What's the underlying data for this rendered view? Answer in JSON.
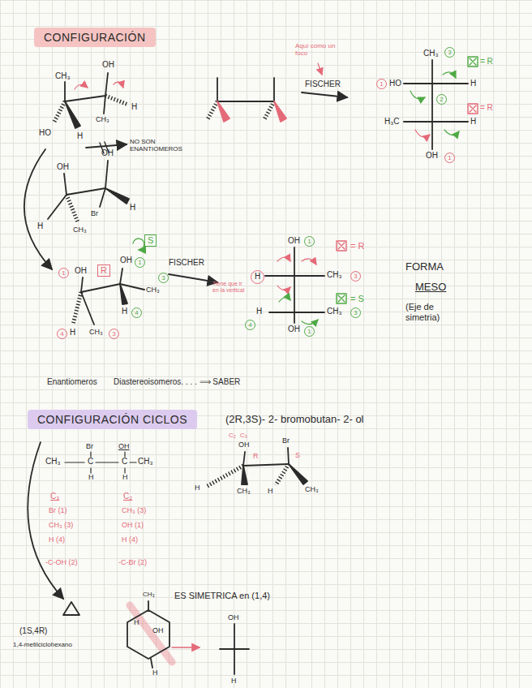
{
  "diagram": {
    "nodes": [
      {
        "text": [
          "CONFIGURACIÓN"
        ]
      },
      {
        "text": [
          "S"
        ]
      },
      {
        "text": [
          "R"
        ]
      },
      {
        "text": [
          "H"
        ]
      },
      {
        "text": [
          "CONFIGURACIÓN CICLOS"
        ]
      }
    ],
    "labels": [
      "CH₃",
      "OH",
      "HO",
      "H",
      "CH₃",
      "H",
      "Aquí como un foco",
      "FISCHER",
      "CH₃",
      "3",
      "HO",
      "1",
      "H",
      "= R",
      "2",
      "H₃C",
      "H",
      "= R",
      "OH",
      "1",
      "NO SON ENANTIOMEROS",
      "OH",
      "OH",
      "Br",
      "H",
      "H",
      "CH₃",
      "1",
      "OH",
      "OH",
      "1",
      "FISCHER",
      "CH₃",
      "3",
      "H",
      "4",
      "4",
      "H",
      "CH₃",
      "3",
      "OH",
      "1",
      "= R",
      "CH₃",
      "3",
      "Tiene que ir en la vertical",
      "= S",
      "H",
      "4",
      "CH₃",
      "3",
      "OH",
      "1",
      "FORMA",
      "MESO",
      "(Eje de simetria)",
      "Enantiomeros",
      "Diastereoisomeros. . . . ⟹ SABER",
      "(2R,3S)- 2- bromobutan- 2- ol",
      "C₂",
      "C₃",
      "Br",
      "OH",
      "CH₃",
      "C",
      "C",
      "CH₃",
      "H",
      "H",
      "C₃",
      "Br (1)",
      "CH₃ (3)",
      "H (4)",
      "-C-OH (2)",
      "C₂",
      "CH₃ (3)",
      "OH (1)",
      "H (4)",
      "-C-Br (2)",
      "OH",
      "R",
      "Br",
      "S",
      "H",
      "CH₃",
      "H",
      "CH₃",
      "ES SIMETRICA en (1,4)",
      "CH₃",
      "H",
      "OH",
      "H",
      "OH",
      "H",
      "(1S,4R)",
      "1,4-metilciclohexano"
    ]
  }
}
